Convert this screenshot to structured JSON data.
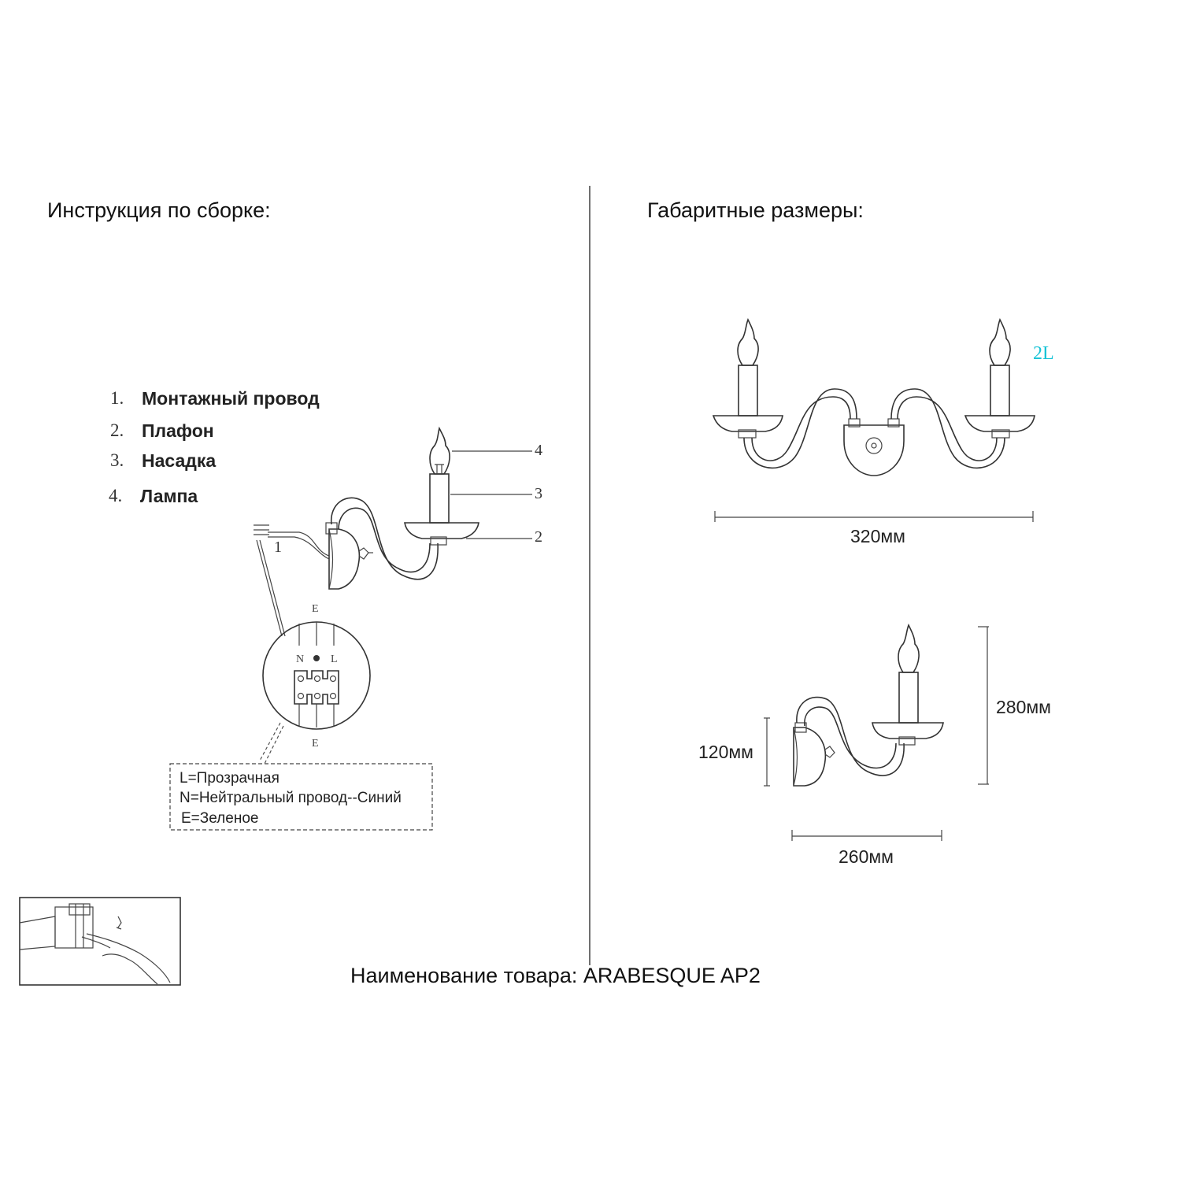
{
  "headings": {
    "assembly": "Инструкция по сборке:",
    "dimensions": "Габаритные размеры:"
  },
  "parts": [
    {
      "num": "1.",
      "label": "Монтажный провод"
    },
    {
      "num": "2.",
      "label": "Плафон"
    },
    {
      "num": "3.",
      "label": "Насадка"
    },
    {
      "num": "4.",
      "label": "Лампа"
    }
  ],
  "callouts": {
    "c1": "1",
    "c2": "2",
    "c3": "3",
    "c4": "4"
  },
  "terminal": {
    "top_e": "E",
    "bottom_e": "E",
    "n": "N",
    "l": "L"
  },
  "wire_legend": [
    "L=Прозрачная",
    "N=Нейтральный провод--Синий",
    "E=Зеленое"
  ],
  "dimensions": {
    "width_front": "320мм",
    "width_side": "260мм",
    "height_side": "280мм",
    "depth_plate": "120мм",
    "lamps_marker": "2L"
  },
  "colors": {
    "lamps_marker": "#17c3d6"
  },
  "product": "Наименование товара: ARABESQUE AP2"
}
